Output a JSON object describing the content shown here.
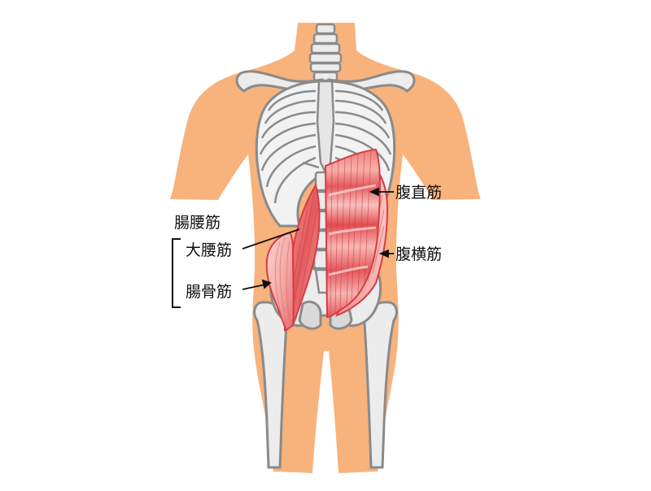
{
  "labels": {
    "rectus_abdominis": "腹直筋",
    "transversus_abdominis": "腹横筋",
    "iliopsoas": "腸腰筋",
    "psoas_major": "大腰筋",
    "iliacus": "腸骨筋"
  },
  "colors": {
    "skin": "#F8B27C",
    "bone_fill": "#ECECEC",
    "bone_outline": "#8A8A8A",
    "muscle_light": "#F7B8B4",
    "muscle_mid": "#EE7F79",
    "muscle_dark": "#E0474A",
    "muscle_outline": "#D93A45",
    "text": "#111111"
  }
}
